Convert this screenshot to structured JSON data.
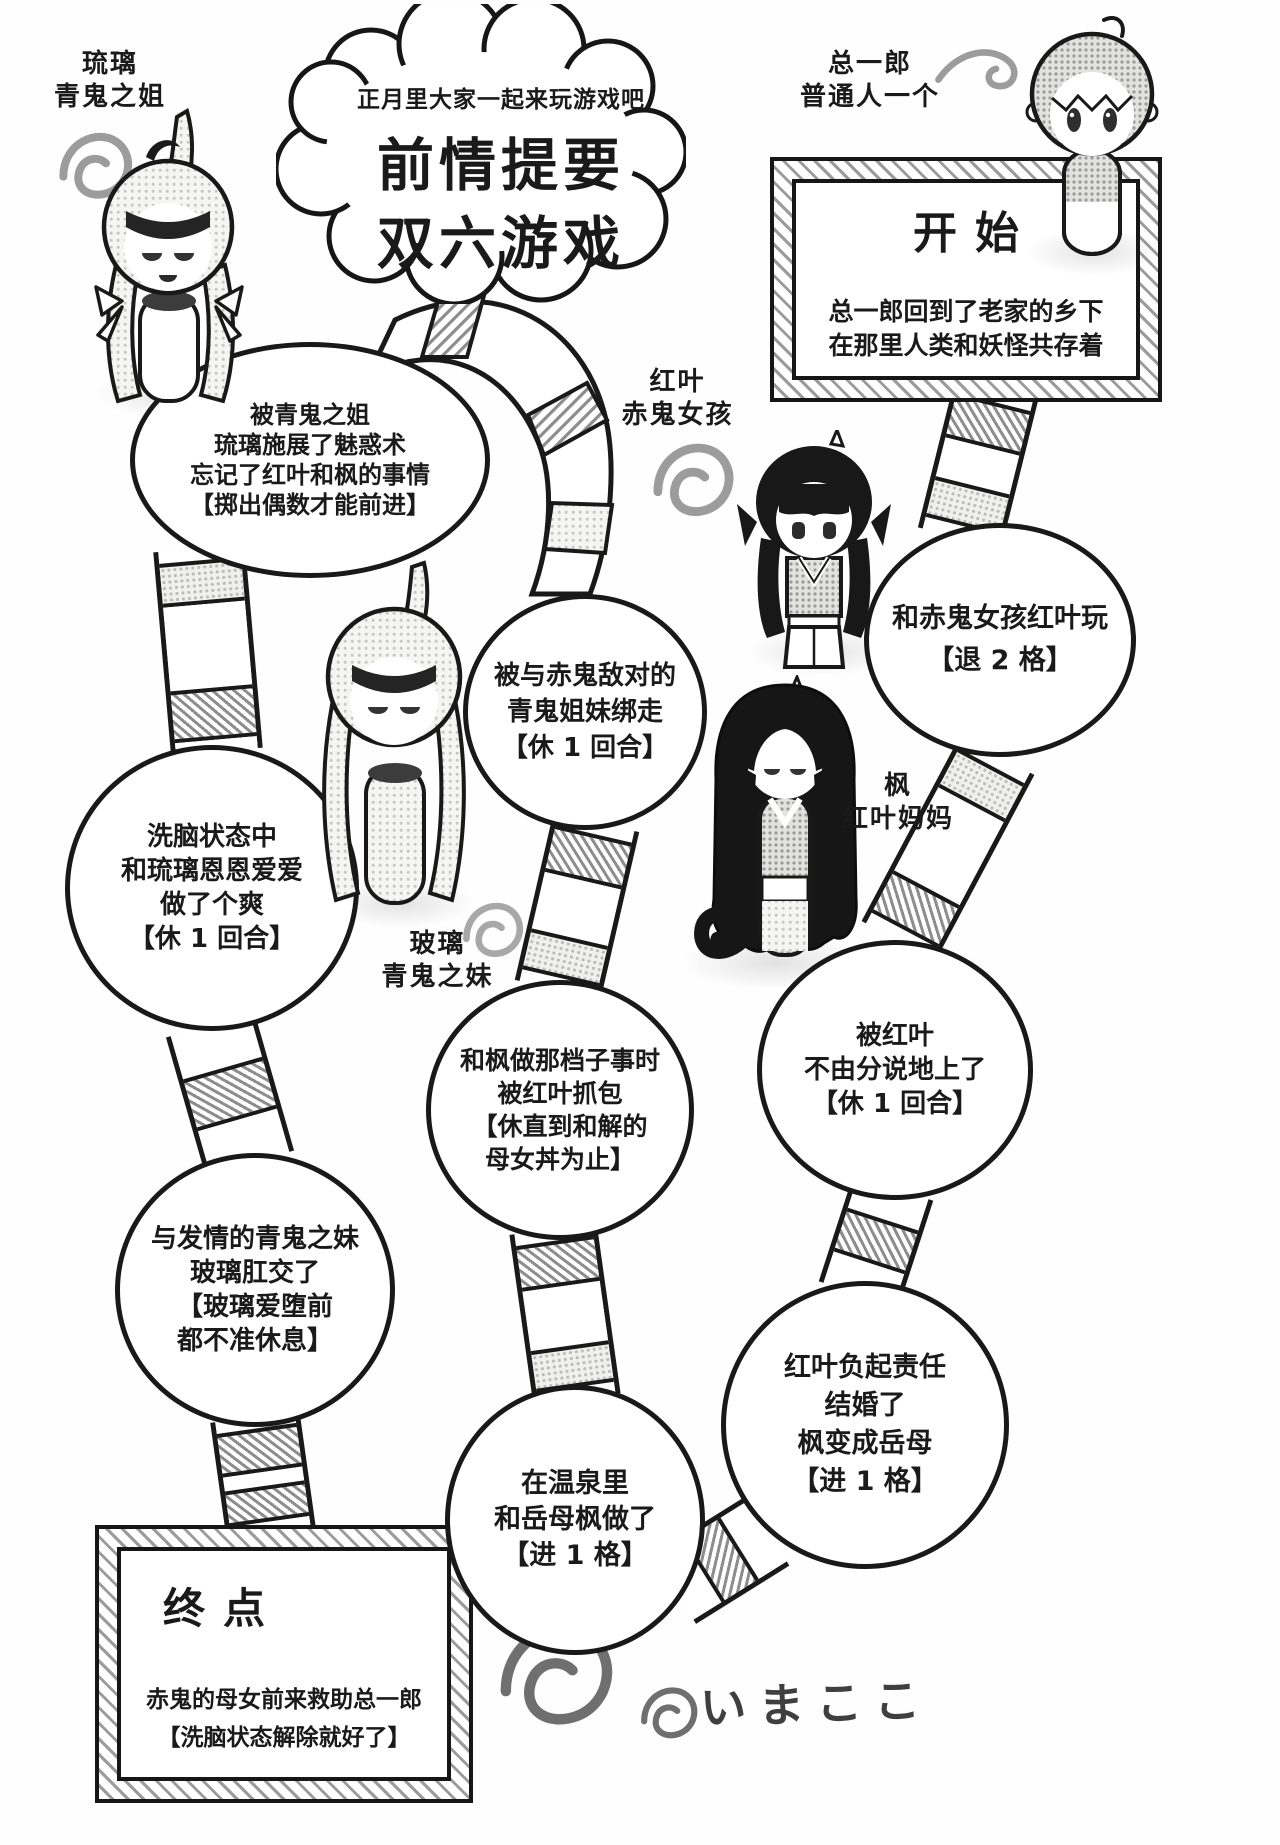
{
  "cloud": {
    "subtitle": "正月里大家一起来玩游戏吧",
    "title_line1": "前情提要",
    "title_line2": "双六游戏"
  },
  "start_box": {
    "title": "开始",
    "lines": [
      "总一郎回到了老家的乡下",
      "在那里人类和妖怪共存着"
    ]
  },
  "end_box": {
    "title": "终点",
    "lines": [
      "赤鬼的母女前来救助总一郎",
      "【洗脑状态解除就好了】"
    ]
  },
  "characters": {
    "ruri": {
      "name": "琉璃",
      "role": "青鬼之姐"
    },
    "soichiro": {
      "name": "总一郎",
      "role": "普通人一个"
    },
    "momiji": {
      "name": "红叶",
      "role": "赤鬼女孩"
    },
    "hari": {
      "name": "玻璃",
      "role": "青鬼之妹"
    },
    "kaede": {
      "name": "枫",
      "role": "红叶妈妈"
    }
  },
  "spaces": [
    {
      "id": "space-1",
      "lines": [
        "被青鬼之姐",
        "琉璃施展了魅惑术",
        "忘记了红叶和枫的事情",
        "【掷出偶数才能前进】"
      ]
    },
    {
      "id": "space-2",
      "lines": [
        "和赤鬼女孩红叶玩",
        "【退 2 格】"
      ]
    },
    {
      "id": "space-3",
      "lines": [
        "被与赤鬼敌对的",
        "青鬼姐妹绑走",
        "【休 1 回合】"
      ]
    },
    {
      "id": "space-4",
      "lines": [
        "洗脑状态中",
        "和琉璃恩恩爱爱",
        "做了个爽",
        "【休 1 回合】"
      ]
    },
    {
      "id": "space-5",
      "lines": [
        "和枫做那档子事时",
        "被红叶抓包",
        "【休直到和解的",
        "母女丼为止】"
      ]
    },
    {
      "id": "space-6",
      "lines": [
        "被红叶",
        "不由分说地上了",
        "【休 1 回合】"
      ]
    },
    {
      "id": "space-7",
      "lines": [
        "与发情的青鬼之妹",
        "玻璃肛交了",
        "【玻璃爱堕前",
        "都不准休息】"
      ]
    },
    {
      "id": "space-8",
      "lines": [
        "红叶负起责任",
        "结婚了",
        "枫变成岳母",
        "【进 1 格】"
      ]
    },
    {
      "id": "space-9",
      "lines": [
        "在温泉里",
        "和岳母枫做了",
        "【进 1 格】"
      ]
    }
  ],
  "handwriting": {
    "text": "いまここ"
  },
  "colors": {
    "ink": "#1a1a1a",
    "paper": "#fefefe",
    "halftone": "#bcbcba"
  }
}
